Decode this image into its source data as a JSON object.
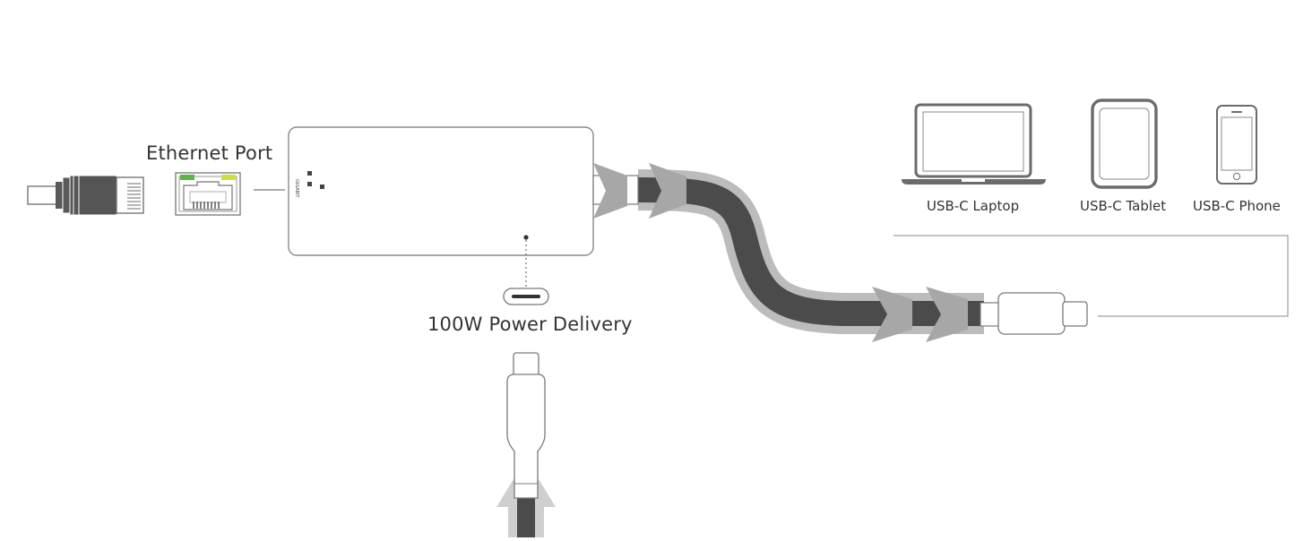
{
  "labels": {
    "ethernet_port": "Ethernet Port",
    "power_delivery": "100W Power Delivery",
    "laptop": "USB-C Laptop",
    "tablet": "USB-C Tablet",
    "phone": "USB-C Phone",
    "hub_port_marking": "GIGABIT"
  },
  "icons": {
    "ethernet_plug": "ethernet-plug-icon",
    "rj45_port": "rj45-port-icon",
    "hub": "usb-c-hub-body",
    "power_port": "usb-c-port-icon",
    "power_cable": "usb-c-cable-icon",
    "laptop": "laptop-icon",
    "tablet": "tablet-icon",
    "phone": "phone-icon",
    "data_cable": "usb-c-cable-icon"
  },
  "colors": {
    "outline": "#6b6b6b",
    "cable_dark": "#4b4b4b",
    "cable_halo": "#bdbdbd",
    "arrow": "#a7a7a7",
    "led_green": "#58b845",
    "led_yellow": "#cfe03c",
    "text": "#333333"
  }
}
